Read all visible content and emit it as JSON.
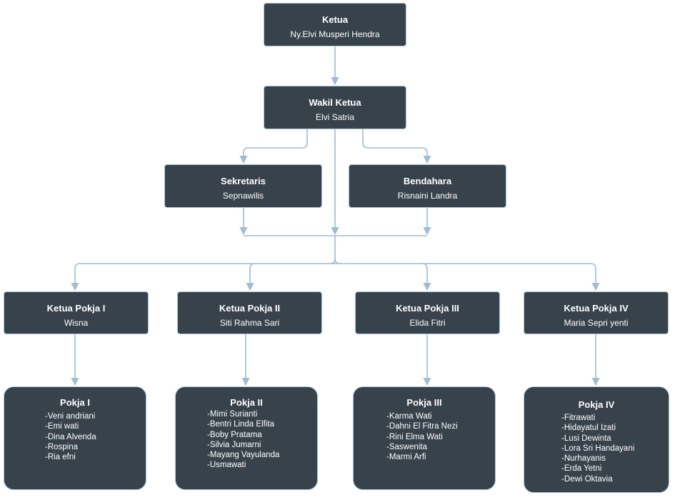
{
  "colors": {
    "box_fill": "#37424b",
    "box_border": "#a9c4dc",
    "connector": "#9fbcd4",
    "text": "#ffffff"
  },
  "ketua": {
    "title": "Ketua",
    "name": "Ny.Elvi Musperi Hendra"
  },
  "wakil_ketua": {
    "title": "Wakil Ketua",
    "name": "Elvi Satria"
  },
  "sekretaris": {
    "title": "Sekretaris",
    "name": "Sepnawilis"
  },
  "bendahara": {
    "title": "Bendahara",
    "name": "Risnaini Landra"
  },
  "ketua_pokja": [
    {
      "title": "Ketua Pokja I",
      "name": "Wisna"
    },
    {
      "title": "Ketua Pokja II",
      "name": "Siti Rahma Sari"
    },
    {
      "title": "Ketua Pokja III",
      "name": "Elida Fitri"
    },
    {
      "title": "Ketua Pokja IV",
      "name": "Maria Sepri yenti"
    }
  ],
  "pokja": [
    {
      "title": "Pokja I",
      "members": [
        "-Veni andriani",
        "-Emi wati",
        "-Dina Alvenda",
        "-Rospina",
        "-Ria efni"
      ]
    },
    {
      "title": "Pokja II",
      "members": [
        "-Mimi Surianti",
        "-Bentri Linda Elfita",
        "-Boby Pratama",
        "-Silvia Jumarni",
        "-Mayang Vayulanda",
        "-Usmawati"
      ]
    },
    {
      "title": "Pokja III",
      "members": [
        "-Karma Wati",
        "-Dahni El Fitra Nezi",
        "-Rini Elma Wati",
        "-Saswenita",
        "-Marmi Arfi"
      ]
    },
    {
      "title": "Pokja IV",
      "members": [
        "-Fitrawati",
        "-Hidayatul Izati",
        "-Lusi Dewinta",
        "-Lora Sri Handayani",
        "-Nurhayanis",
        "-Erda Yetni",
        "-Dewi Oktavia"
      ]
    }
  ]
}
